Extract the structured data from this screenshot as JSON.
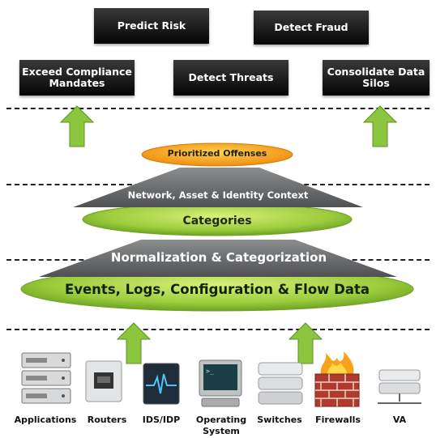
{
  "goals": {
    "predict_risk": "Predict Risk",
    "detect_fraud": "Detect Fraud",
    "exceed_compliance": "Exceed Compliance\nMandates",
    "detect_threats": "Detect Threats",
    "consolidate_data": "Consolidate Data\nSilos"
  },
  "pyramid": {
    "prioritized_offenses": "Prioritized Offenses",
    "context": "Network, Asset & Identity Context",
    "categories": "Categories",
    "normalization": "Normalization & Categorization",
    "events": "Events, Logs, Configuration & Flow Data"
  },
  "sources": {
    "applications": "Applications",
    "routers": "Routers",
    "ids_idp": "IDS/IDP",
    "operating_system": "Operating\nSystem",
    "switches": "Switches",
    "firewalls": "Firewalls",
    "va": "VA"
  },
  "colors": {
    "box": "#111111",
    "arrow_green": "#8cc63f",
    "disc_green": "#9ccc3c",
    "disc_orange": "#f5a81c",
    "trapezoid_gray": "#6d6e70"
  }
}
